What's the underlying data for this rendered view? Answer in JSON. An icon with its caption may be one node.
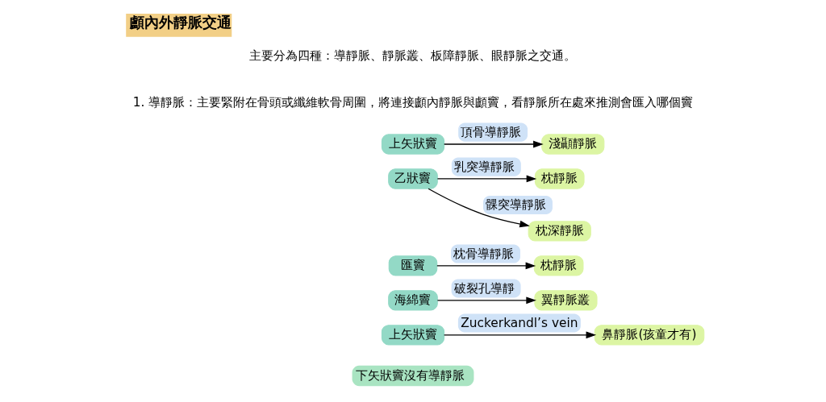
{
  "diagram": {
    "title": "顱內外靜脈交通",
    "nodes": [
      {
        "text": [
          "上矢狀竇"
        ]
      },
      {
        "text": [
          "淺顳靜脈"
        ]
      },
      {
        "text": [
          "乙狀竇"
        ]
      },
      {
        "text": [
          "枕靜脈"
        ]
      },
      {
        "text": [
          "枕深靜脈"
        ]
      },
      {
        "text": [
          "匯竇"
        ]
      },
      {
        "text": [
          "枕靜脈"
        ]
      },
      {
        "text": [
          "海綿竇"
        ]
      },
      {
        "text": [
          "翼靜脈叢"
        ]
      },
      {
        "text": [
          "上矢狀竇"
        ]
      },
      {
        "text": [
          "鼻靜脈(孩童才有)"
        ]
      }
    ],
    "edges": [
      {
        "from": 0,
        "to": 1,
        "arrow": "to",
        "label": "頂骨導靜脈"
      },
      {
        "from": 2,
        "to": 3,
        "arrow": "to",
        "label": "乳突導靜脈"
      },
      {
        "from": 2,
        "to": 4,
        "arrow": "to",
        "label": "髁突導靜脈"
      },
      {
        "from": 5,
        "to": 6,
        "arrow": "to",
        "label": "枕骨導靜脈"
      },
      {
        "from": 7,
        "to": 8,
        "arrow": "to",
        "label": "破裂孔導靜"
      },
      {
        "from": 9,
        "to": 10,
        "arrow": "to",
        "label": "Zuckerkandl’s vein"
      }
    ],
    "labels": [
      "主要分為四種：導靜脈、靜脈叢、板障靜脈、眼靜脈之交通。",
      "1. 導靜脈：主要緊附在骨頭或纖維軟骨周圍，將連接顱內靜脈與顱竇，看靜脈所在處來推測會匯入哪個竇",
      "下矢狀竇沒有導靜脈"
    ]
  }
}
